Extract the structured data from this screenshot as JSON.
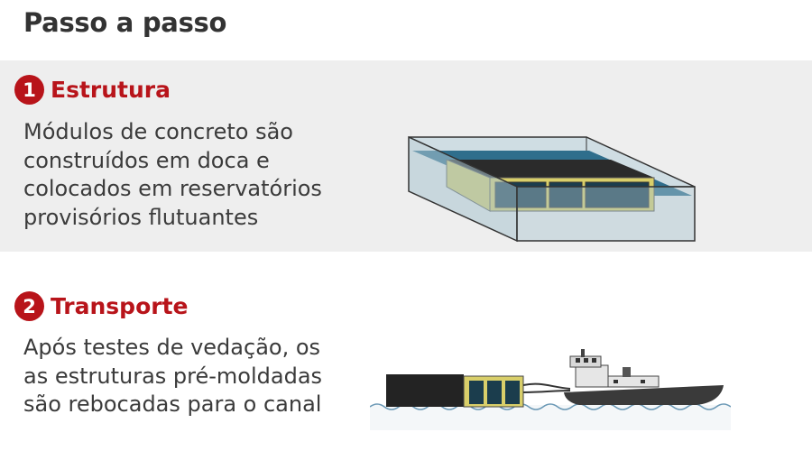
{
  "title": "Passo a passo",
  "steps": [
    {
      "number": "1",
      "title": "Estrutura",
      "lines": [
        "Módulos de concreto são",
        "construídos em doca e",
        "colocados em reservatórios",
        "provisórios flutuantes"
      ]
    },
    {
      "number": "2",
      "title": "Transporte",
      "lines": [
        "Após testes de vedação, os",
        "as estruturas pré-moldadas",
        "são rebocadas para o canal"
      ]
    }
  ],
  "colors": {
    "accent": "#b8141a",
    "panel_bg": "#eeeeee",
    "water": "#2f6e8c",
    "concrete_yellow": "#d9cf6a",
    "module_dark": "#222222"
  }
}
